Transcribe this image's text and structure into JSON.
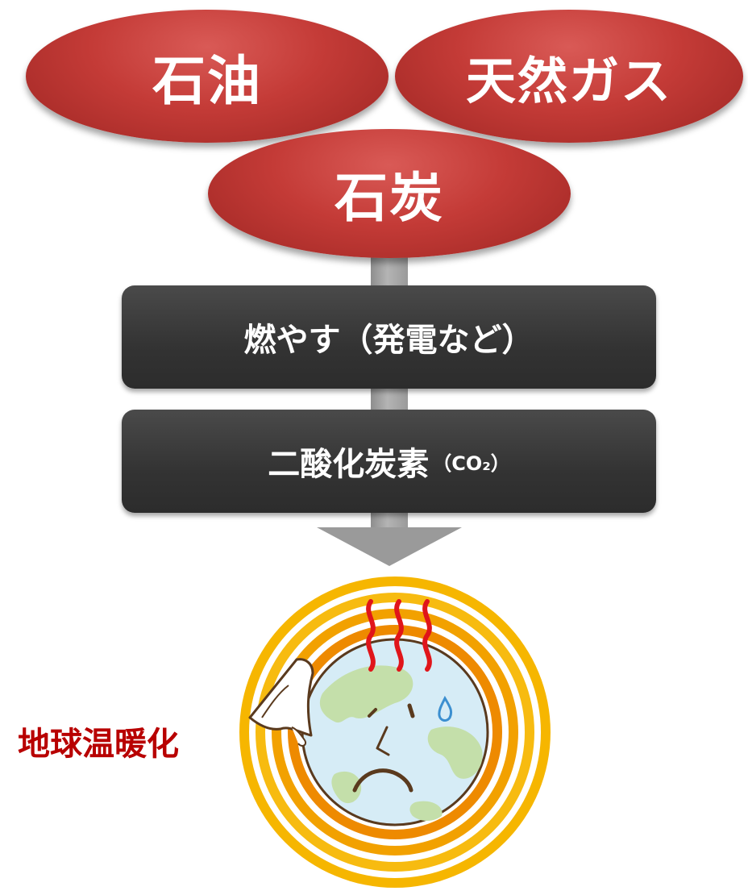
{
  "fuels": {
    "oil": "石油",
    "gas": "天然ガス",
    "coal": "石炭"
  },
  "steps": {
    "burn": "燃やす（発電など）",
    "co2": "二酸化炭素",
    "co2_formula": "（CO₂）"
  },
  "result": {
    "label": "地球温暖化"
  },
  "colors": {
    "fuel_red": "#c43b37",
    "box_dark": "#333333",
    "arrow_gray": "#9a9a9a",
    "warming_red": "#b80000",
    "ring_yellow": "#f6b600",
    "ring_orange": "#ee8a00",
    "earth_blue": "#d6ecf6",
    "land_green": "#c4dfaa"
  },
  "icons": [
    "heat-waves-icon",
    "sweat-drop-icon",
    "handkerchief-icon",
    "earth-icon"
  ]
}
